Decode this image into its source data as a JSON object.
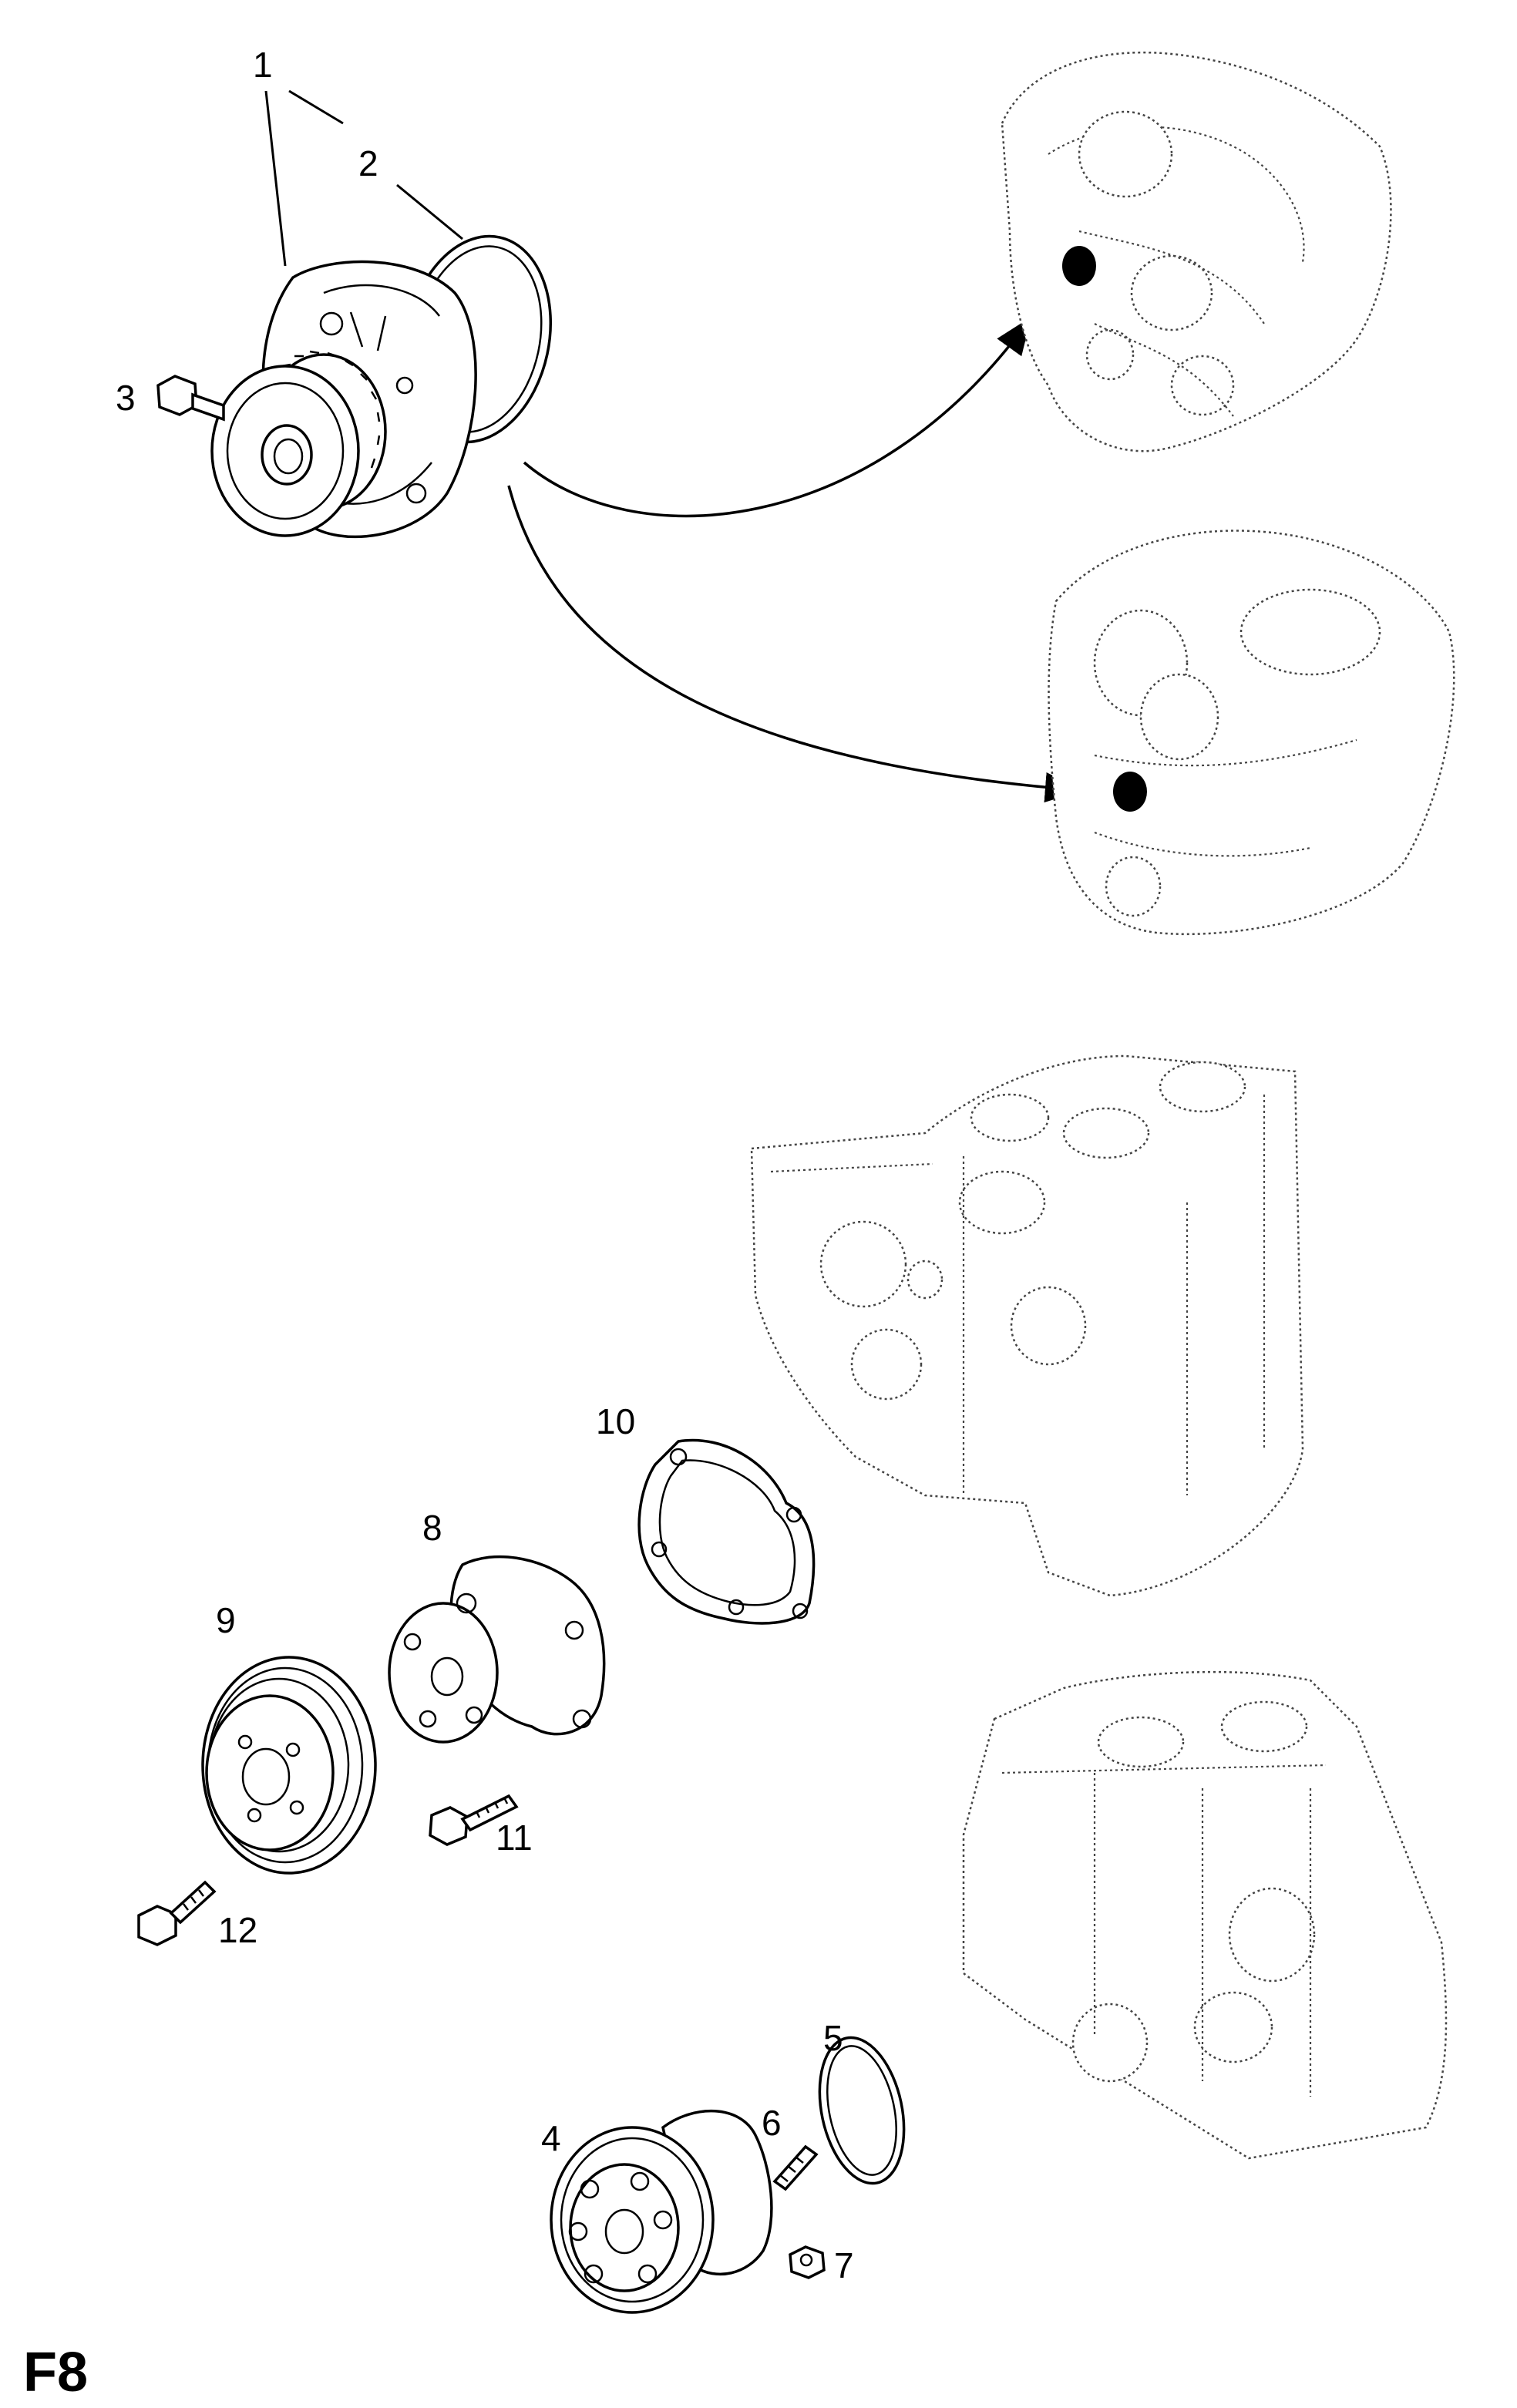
{
  "figure": {
    "label": "F8"
  },
  "callouts": {
    "c1": "1",
    "c2": "2",
    "c3": "3",
    "c4": "4",
    "c5": "5",
    "c6": "6",
    "c7": "7",
    "c8": "8",
    "c9": "9",
    "c10": "10",
    "c11": "11",
    "c12": "12"
  },
  "icons": {
    "pump_assembly_top": "water-pump-with-pulley-icon",
    "pump_assembly_bottom": "water-pump-icon",
    "engines": "engine-block-icon"
  }
}
